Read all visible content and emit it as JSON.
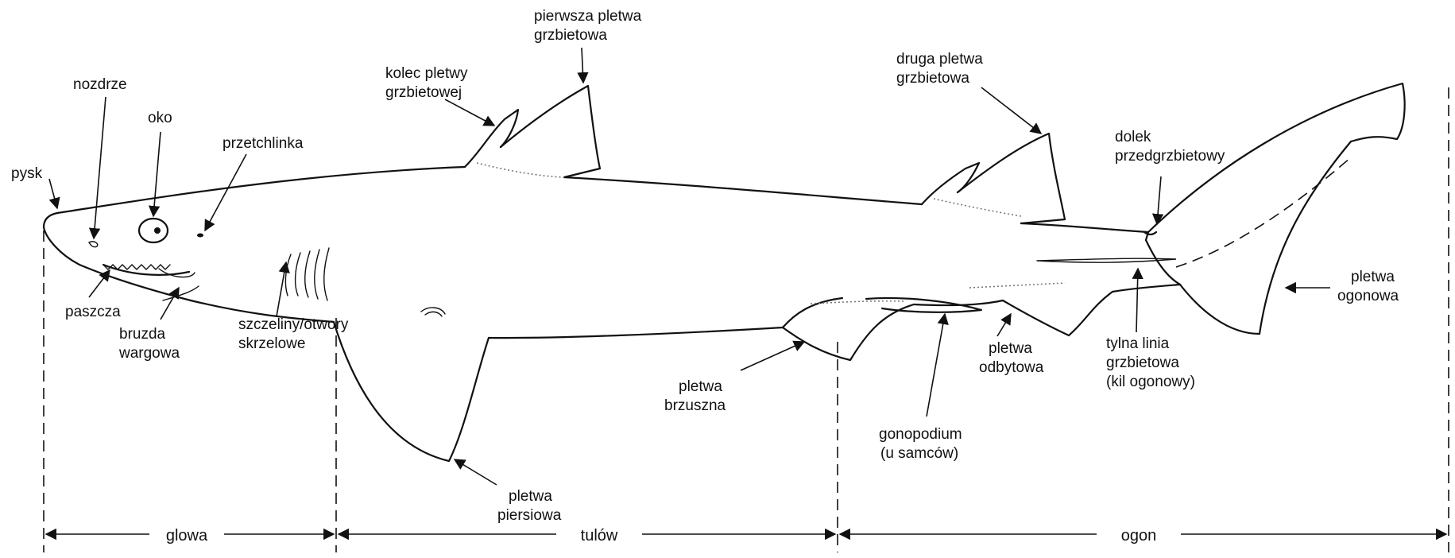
{
  "labels": {
    "pysk": [
      "pysk"
    ],
    "nozdrze": [
      "nozdrze"
    ],
    "oko": [
      "oko"
    ],
    "przetchlinka": [
      "przetchlinka"
    ],
    "kolec": [
      "kolec pletwy",
      "grzbietowej"
    ],
    "pierwsza": [
      "pierwsza pletwa",
      "grzbietowa"
    ],
    "druga": [
      "druga pletwa",
      "grzbietowa"
    ],
    "dolek": [
      "dolek",
      "przedgrzbietowy"
    ],
    "paszcza": [
      "paszcza"
    ],
    "bruzda": [
      "bruzda",
      "wargowa"
    ],
    "szczeliny": [
      "szczeliny/otwory",
      "skrzelowe"
    ],
    "piersiowa": [
      "pletwa",
      "piersiowa"
    ],
    "brzuszna": [
      "pletwa",
      "brzuszna"
    ],
    "gonopodium": [
      "gonopodium",
      "(u samców)"
    ],
    "odbytowa": [
      "pletwa",
      "odbytowa"
    ],
    "tylna": [
      "tylna linia",
      "grzbietowa",
      "(kil ogonowy)"
    ],
    "ogonowa": [
      "pletwa",
      "ogonowa"
    ]
  },
  "segments": {
    "glowa": "glowa",
    "tulow": "tulów",
    "ogon": "ogon"
  }
}
